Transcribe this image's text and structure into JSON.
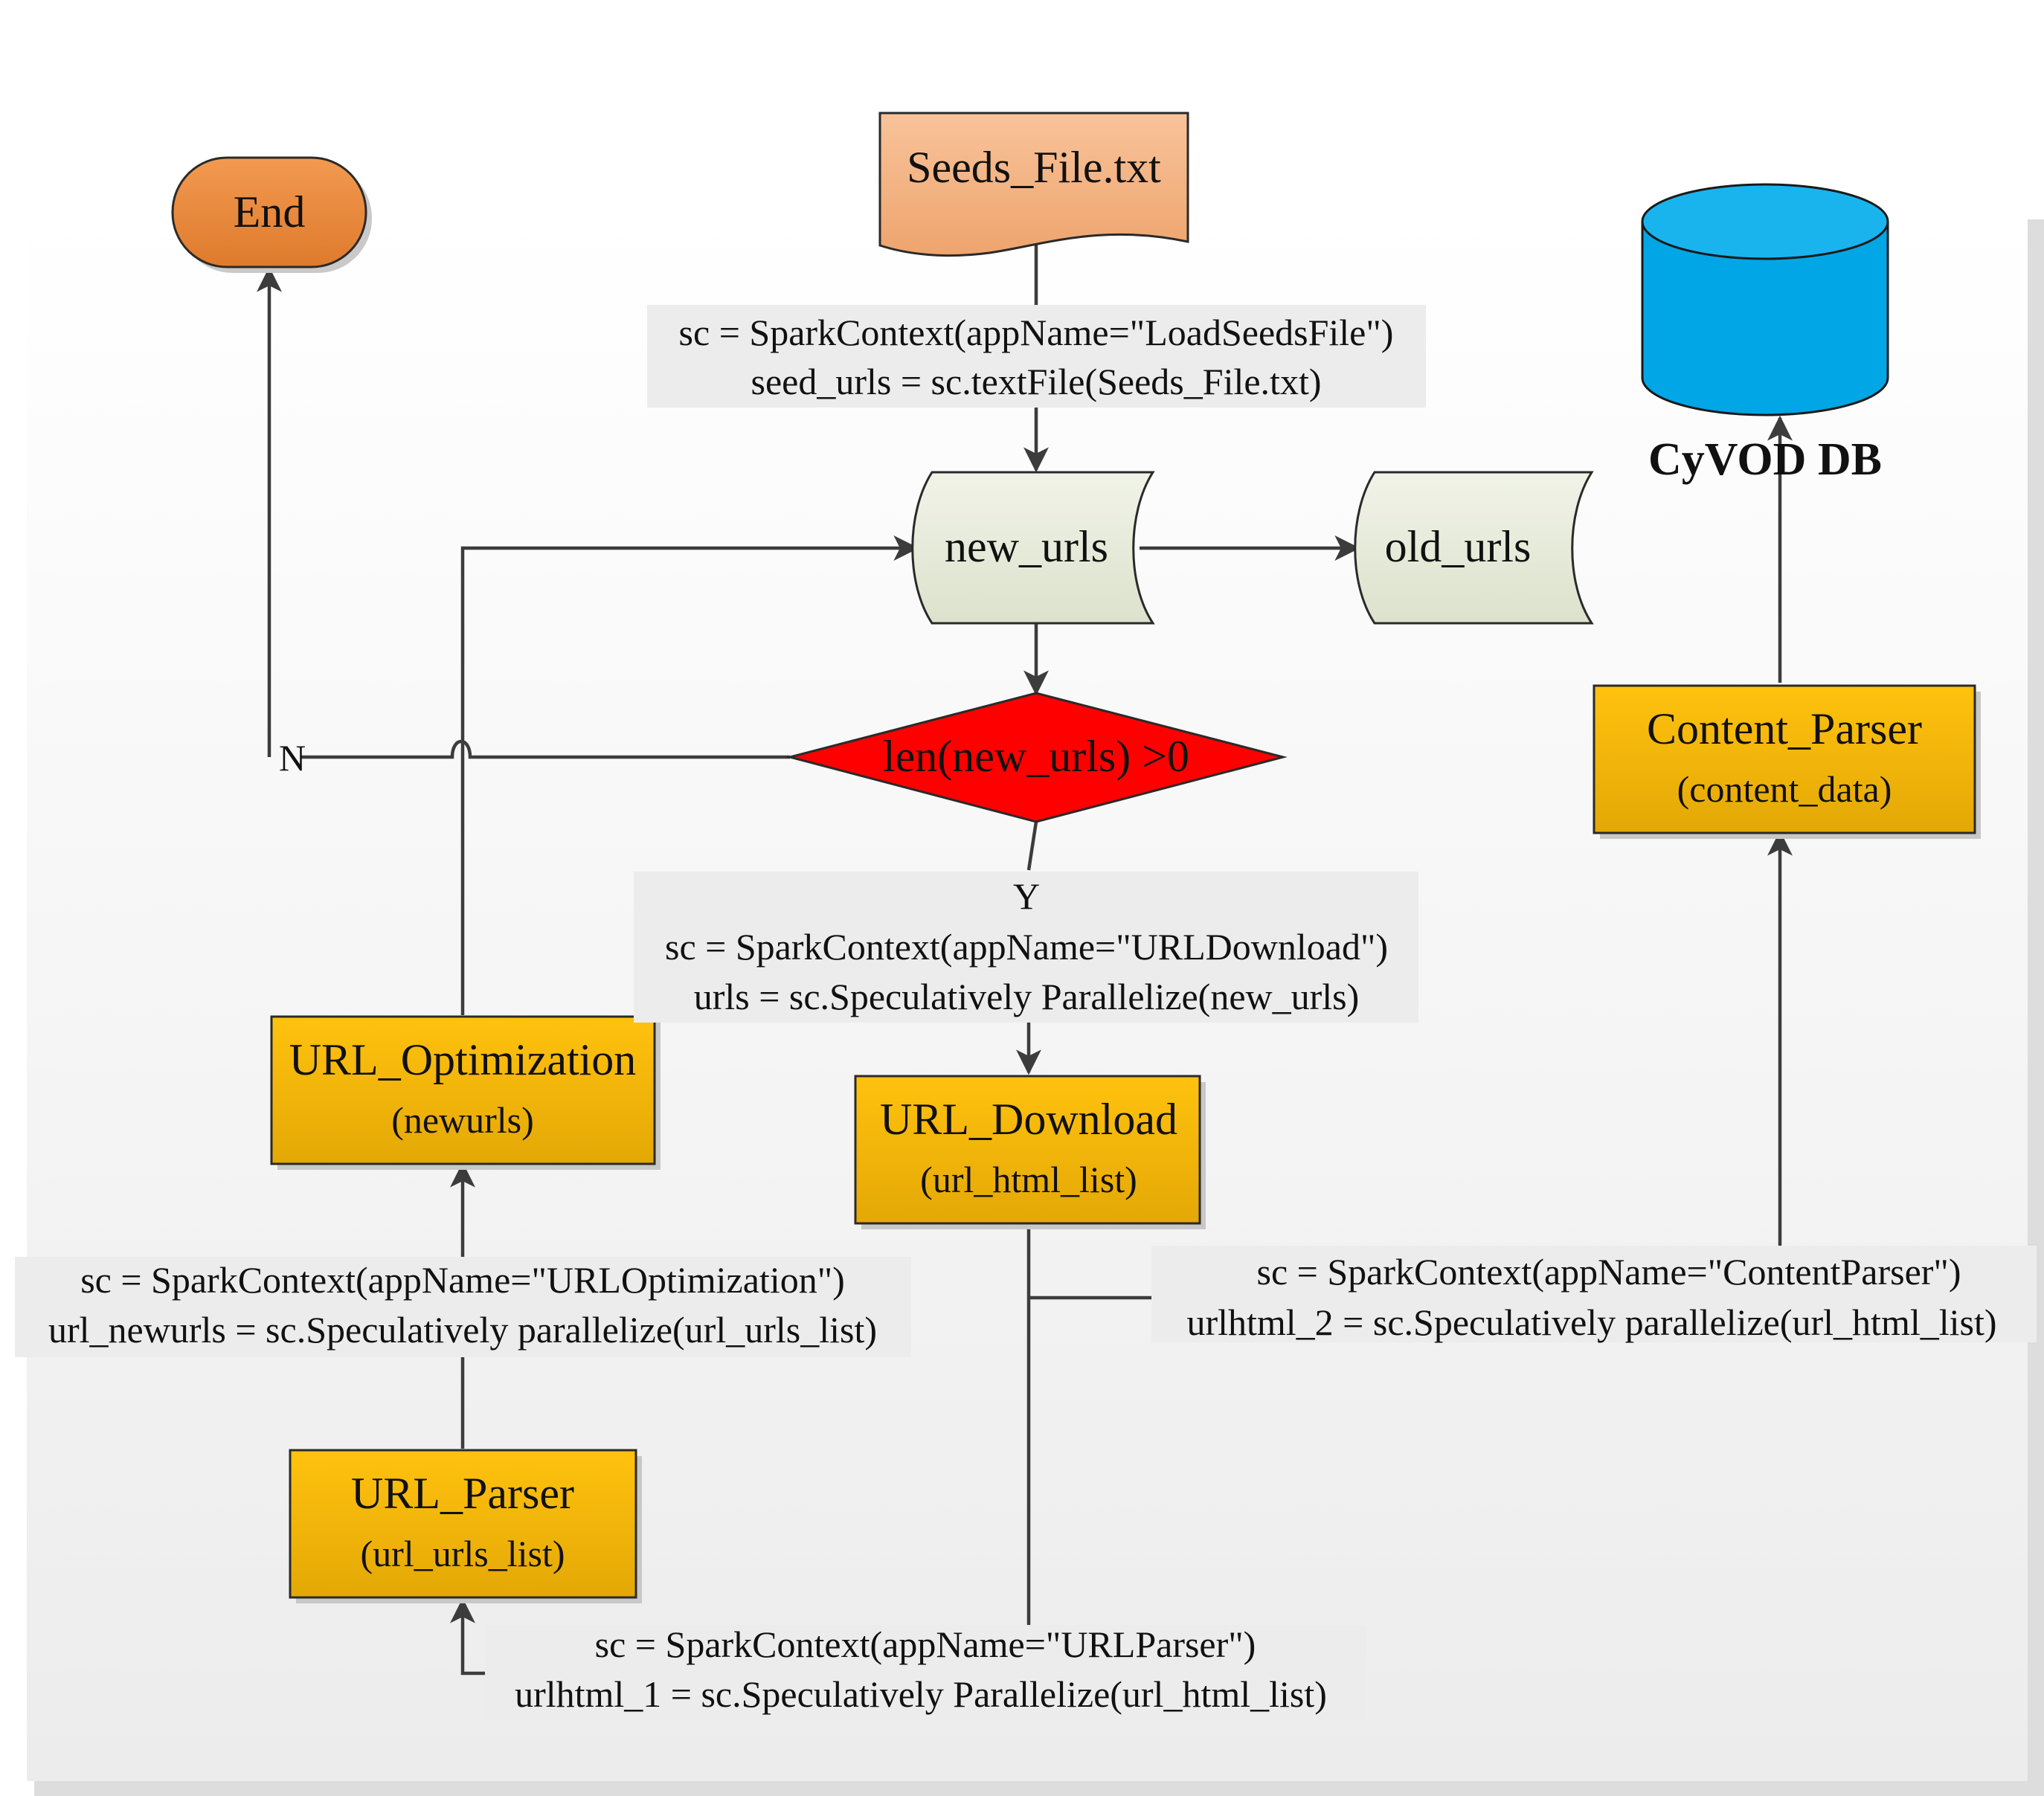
{
  "nodes": {
    "seeds": {
      "label": "Seeds_File.txt"
    },
    "end": {
      "label": "End"
    },
    "db": {
      "label": "CyVOD DB"
    },
    "new_urls": {
      "label": "new_urls"
    },
    "old_urls": {
      "label": "old_urls"
    },
    "decision": {
      "label": "len(new_urls) >0"
    },
    "content_parser": {
      "label": "Content_Parser",
      "sub": "(content_data)"
    },
    "url_optimization": {
      "label": "URL_Optimization",
      "sub": "(newurls)"
    },
    "url_download": {
      "label": "URL_Download",
      "sub": "(url_html_list)"
    },
    "url_parser": {
      "label": "URL_Parser",
      "sub": "(url_urls_list)"
    }
  },
  "branches": {
    "no": "N",
    "yes": "Y"
  },
  "annotations": {
    "load": {
      "line1": "sc = SparkContext(appName=\"LoadSeedsFile\")",
      "line2": "seed_urls = sc.textFile(Seeds_File.txt)"
    },
    "download": {
      "line1": "sc = SparkContext(appName=\"URLDownload\")",
      "line2": "urls = sc.Speculatively Parallelize(new_urls)"
    },
    "optimization": {
      "line1": "sc = SparkContext(appName=\"URLOptimization\")",
      "line2": "url_newurls = sc.Speculatively parallelize(url_urls_list)"
    },
    "content": {
      "line1": "sc = SparkContext(appName=\"ContentParser\")",
      "line2": "urlhtml_2 = sc.Speculatively parallelize(url_html_list)"
    },
    "parser": {
      "line1": "sc = SparkContext(appName=\"URLParser\")",
      "line2": "urlhtml_1 = sc.Speculatively Parallelize(url_html_list)"
    }
  },
  "colors": {
    "process_box": "#fbbe13",
    "decision": "#ff0000",
    "terminator": "#e8853a",
    "document": "#f2b27e",
    "storage": "#e6ead8",
    "database": "#00a6e6"
  }
}
